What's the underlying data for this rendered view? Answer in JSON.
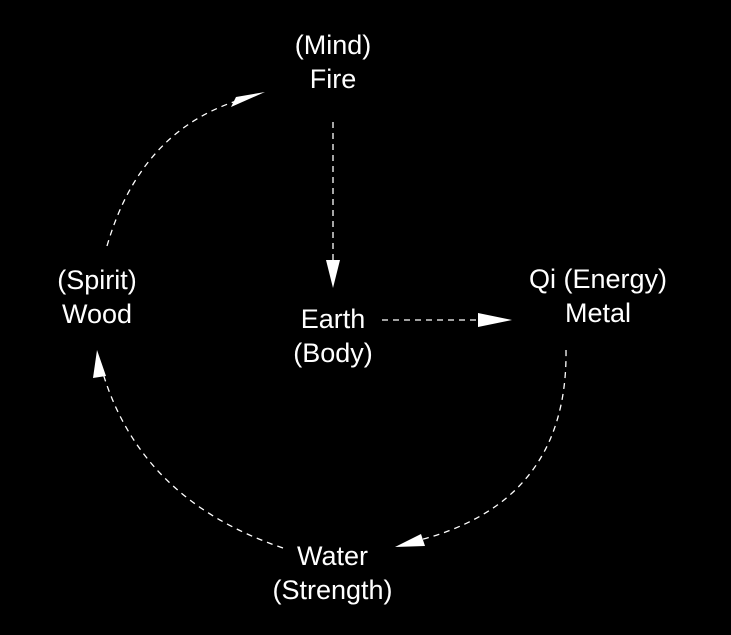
{
  "colors": {
    "background": "#000000",
    "foreground": "#ffffff"
  },
  "nodes": {
    "fire": {
      "line1": "(Mind)",
      "line2": "Fire"
    },
    "wood": {
      "line1": "(Spirit)",
      "line2": "Wood"
    },
    "earth": {
      "line1": "Earth",
      "line2": "(Body)"
    },
    "metal": {
      "line1": "Qi (Energy)",
      "line2": "Metal"
    },
    "water": {
      "line1": "Water",
      "line2": "(Strength)"
    }
  },
  "connections": [
    {
      "from": "wood",
      "to": "fire"
    },
    {
      "from": "fire",
      "to": "earth"
    },
    {
      "from": "earth",
      "to": "metal"
    },
    {
      "from": "metal",
      "to": "water"
    },
    {
      "from": "water",
      "to": "wood"
    }
  ]
}
